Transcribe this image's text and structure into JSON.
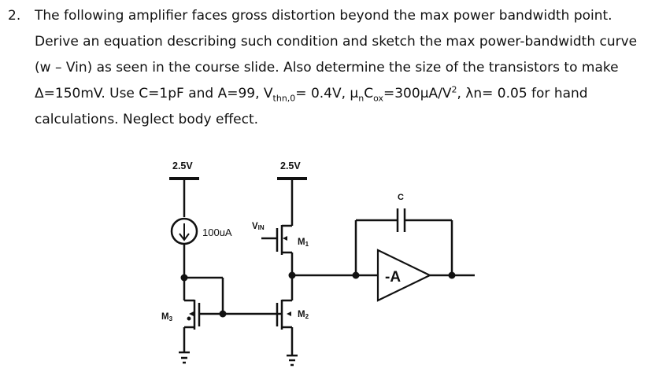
{
  "problem": {
    "number": "2.",
    "line1": "The following amplifier faces gross distortion beyond the max power bandwidth point.",
    "line2": "Derive an equation describing such condition and sketch the max power-bandwidth curve",
    "line3": "(w – Vin) as seen in the course slide. Also determine the size of the transistors to make",
    "line4_a": "Δ=150mV. Use C=1pF and A=99, V",
    "line4_vth_sub": "thn,0",
    "line4_b": "= 0.4V, μ",
    "line4_mu_sub": "n",
    "line4_c": "C",
    "line4_cox_sub": "ox",
    "line4_d": "=300μA/V",
    "line4_sq_sup": "2",
    "line4_e": ", λn= 0.05 for hand",
    "line5": "calculations. Neglect body effect."
  },
  "circuit": {
    "vdd_left": "2.5V",
    "vdd_right": "2.5V",
    "current_source": "100uA",
    "vin_main": "V",
    "vin_sub": "IN",
    "m1_main": "M",
    "m1_sub": "1",
    "m2_main": "M",
    "m2_sub": "2",
    "m3_main": "M",
    "m3_sub": "3",
    "cap_label": "C",
    "amp_label": "-A"
  }
}
